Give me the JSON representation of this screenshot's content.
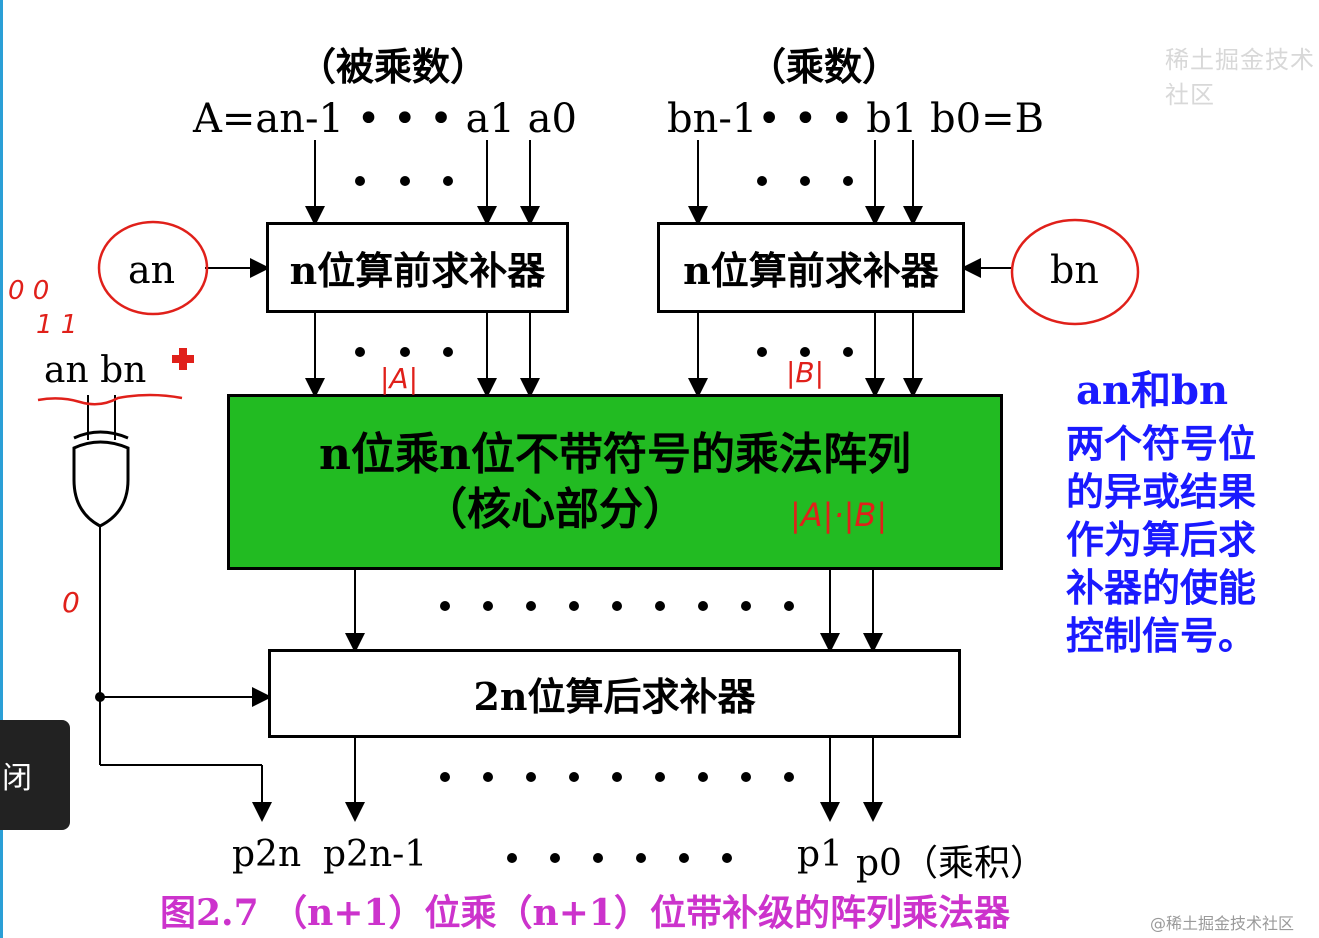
{
  "labels": {
    "multiplicand_label": "（被乘数）",
    "multiplier_label": "（乘数）",
    "a_bits": "A=an-1 • • • a1 a0",
    "b_bits": "bn-1• • • b1 b0=B",
    "an": "an",
    "bn": "bn",
    "an_bn": "an bn",
    "product_label": "p0（乘积）",
    "p2n": "p2n",
    "p2n_1": "p2n-1",
    "p1": "p1"
  },
  "boxes": {
    "left_complement": "n位算前求补器",
    "right_complement": "n位算前求补器",
    "core_line1": "n位乘n位不带符号的乘法阵列",
    "core_line2": "（核心部分）",
    "post_complement": "2n位算后求补器"
  },
  "annotation": {
    "title": "an和bn",
    "line1": "两个符号位",
    "line2": "的异或结果",
    "line3": "作为算后求",
    "line4": "补器的使能",
    "line5": "控制信号。"
  },
  "handwriting": {
    "abs_a": "|A|",
    "abs_b": "|B|",
    "abs_product": "|A|·|B|",
    "zeros": "0 0",
    "ones": "1 1",
    "zero_out": "0"
  },
  "caption": "图2.7  （n+1）位乘（n+1）位带补级的阵列乘法器",
  "ui": {
    "side_tab_label": "闭",
    "watermark_top": "稀土掘金技术社区",
    "watermark_bottom": "@稀土掘金技术社区"
  },
  "colors": {
    "core_fill": "#22bb22",
    "annotation_blue": "#1a1aff",
    "caption_magenta": "#cc33cc",
    "handwriting_red": "#e0201a"
  }
}
